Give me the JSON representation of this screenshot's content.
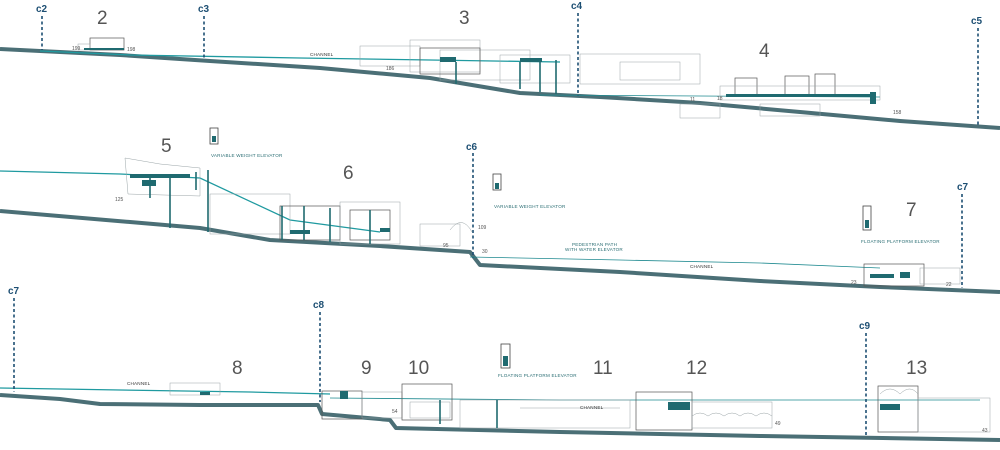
{
  "cut_lines": [
    "c2",
    "c3",
    "c4",
    "c5",
    "c6",
    "c7",
    "c7",
    "c8",
    "c9"
  ],
  "section_numbers": [
    "2",
    "3",
    "4",
    "5",
    "6",
    "7",
    "8",
    "9",
    "10",
    "11",
    "12",
    "13"
  ],
  "labels": {
    "channel": "CHANNEL",
    "variable_weight_elevator": "VARIABLE WEIGHT ELEVATOR",
    "pedestrian_path_line1": "PEDESTRIAN PATH",
    "pedestrian_path_line2": "WITH WATER ELEVATOR",
    "floating_platform_elevator": "FLOATING PLATFORM ELEVATOR"
  },
  "elevations": [
    "199",
    "198",
    "186",
    "11",
    "18",
    "158",
    "125",
    "95",
    "109",
    "30",
    "23",
    "22",
    "54",
    "49",
    "43"
  ],
  "colors": {
    "ground": "#4b6f76",
    "water": "#1f9aa0",
    "structure": "#1f6a70",
    "cut_line": "#1d4f73"
  }
}
